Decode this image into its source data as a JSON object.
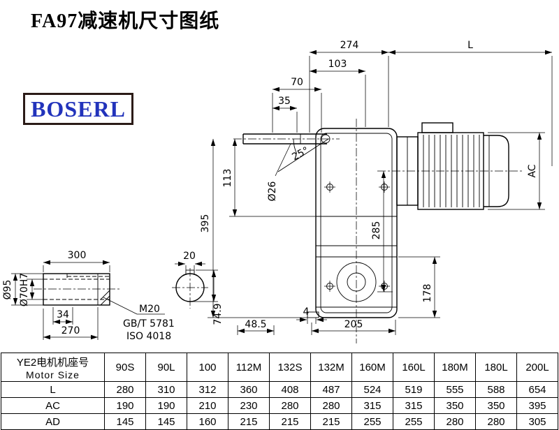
{
  "page": {
    "title": "FA97减速机尺寸图纸",
    "logo": "BOSERL"
  },
  "dims": {
    "d274": "274",
    "dL": "L",
    "d103": "103",
    "d70": "70",
    "d35": "35",
    "angle": "25°",
    "dia26": "Ø26",
    "d113": "113",
    "d395": "395",
    "d285": "285",
    "dAC": "AC",
    "d178": "178",
    "d4": "4",
    "d48_5": "48.5",
    "d205": "205"
  },
  "shaft": {
    "d300": "300",
    "d20": "20",
    "dia95": "Ø95",
    "dia70": "Ø70H7",
    "d34": "34",
    "d270": "270",
    "m20": "M20",
    "gbt": "GB/T 5781",
    "iso": "ISO 4018",
    "d74_9": "74.9"
  },
  "table": {
    "header_cn": "YE2电机机座号",
    "header_en": "Motor Size",
    "columns": [
      "90S",
      "90L",
      "100",
      "112M",
      "132S",
      "132M",
      "160M",
      "160L",
      "180M",
      "180L",
      "200L"
    ],
    "rows": [
      {
        "label": "L",
        "values": [
          "280",
          "310",
          "312",
          "360",
          "408",
          "487",
          "524",
          "519",
          "555",
          "588",
          "654"
        ]
      },
      {
        "label": "AC",
        "values": [
          "190",
          "190",
          "210",
          "230",
          "280",
          "280",
          "315",
          "315",
          "350",
          "350",
          "395"
        ]
      },
      {
        "label": "AD",
        "values": [
          "145",
          "145",
          "160",
          "215",
          "215",
          "215",
          "255",
          "255",
          "280",
          "280",
          "305"
        ]
      }
    ]
  },
  "colors": {
    "logo_text": "#2233bb",
    "logo_border": "#2b1b17",
    "line": "#000000"
  }
}
